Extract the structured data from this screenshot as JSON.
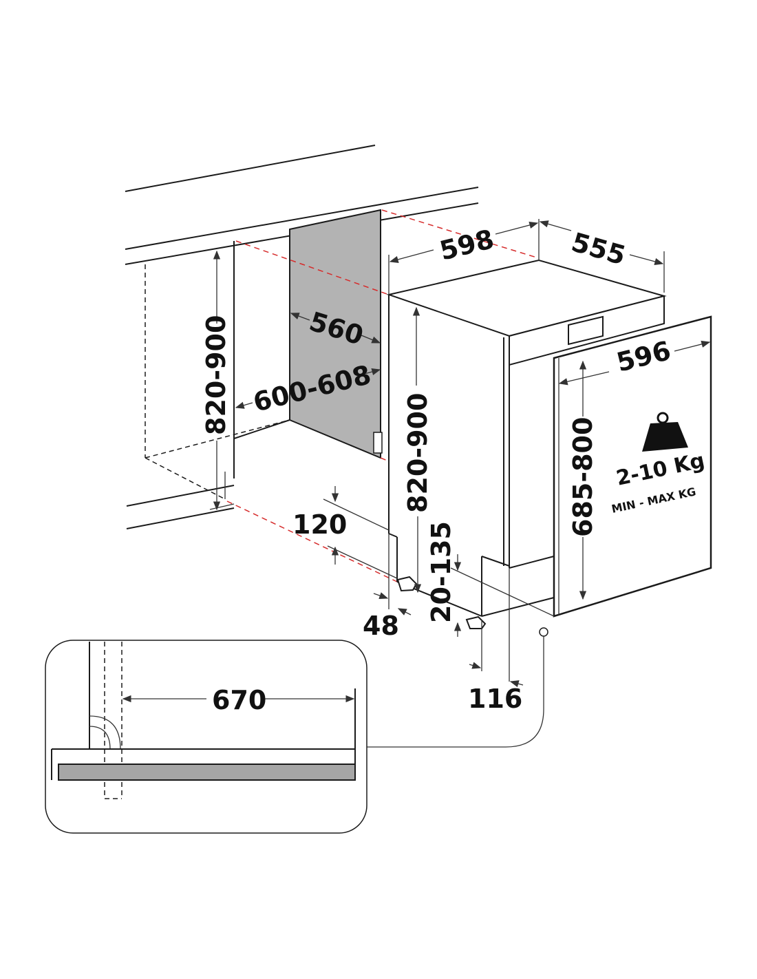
{
  "dimensions": {
    "niche_height": "820-900",
    "niche_width": "600-608",
    "niche_depth": "560",
    "appliance_width": "598",
    "appliance_depth": "555",
    "appliance_height": "820-900",
    "door_width": "596",
    "door_height": "685-800",
    "plinth_height": "120",
    "foot_adjust": "20-135",
    "setback_48": "48",
    "setback_116": "116",
    "inset_length": "670"
  },
  "door_load": {
    "value": "2-10 Kg",
    "caption": "MIN - MAX KG",
    "icon": "weight-icon"
  },
  "colors": {
    "line": "#1a1a1a",
    "dashed_red": "#d62b2b",
    "panel_gray": "#b3b3b3"
  }
}
